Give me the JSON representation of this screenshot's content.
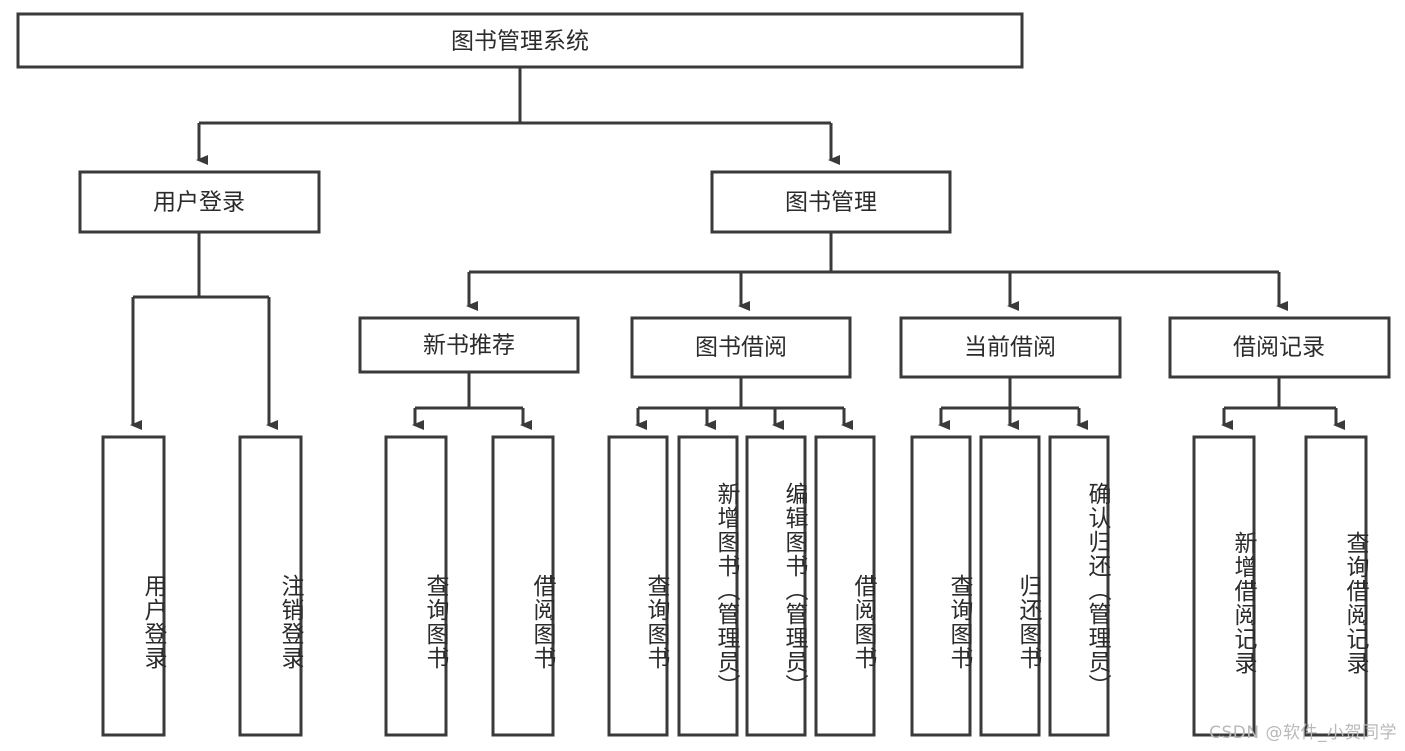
{
  "diagram": {
    "type": "tree-hierarchy",
    "title": "图书管理系统",
    "watermark": "CSDN @软件_小贺同学",
    "colors": {
      "stroke": "#3a3a3a",
      "fill": "#ffffff",
      "text": "#2b2b2b",
      "watermark": "#b9b9b9",
      "background": "#ffffff"
    },
    "root": {
      "label": "图书管理系统",
      "orientation": "horizontal"
    },
    "level2": [
      {
        "id": "user-login",
        "label": "用户登录",
        "orientation": "horizontal"
      },
      {
        "id": "book-manage",
        "label": "图书管理",
        "orientation": "horizontal"
      }
    ],
    "level3": [
      {
        "id": "new-book-recommend",
        "label": "新书推荐",
        "parent": "book-manage",
        "orientation": "horizontal"
      },
      {
        "id": "book-borrow",
        "label": "图书借阅",
        "parent": "book-manage",
        "orientation": "horizontal"
      },
      {
        "id": "current-borrow",
        "label": "当前借阅",
        "parent": "book-manage",
        "orientation": "horizontal"
      },
      {
        "id": "borrow-record",
        "label": "借阅记录",
        "parent": "book-manage",
        "orientation": "horizontal"
      }
    ],
    "leaves": [
      {
        "id": "leaf-user-login",
        "label": "用户登录",
        "parent": "user-login",
        "orientation": "vertical"
      },
      {
        "id": "leaf-user-logout",
        "label": "注销登录",
        "parent": "user-login",
        "orientation": "vertical"
      },
      {
        "id": "leaf-query-book-1",
        "label": "查询图书",
        "parent": "new-book-recommend",
        "orientation": "vertical"
      },
      {
        "id": "leaf-borrow-book-1",
        "label": "借阅图书",
        "parent": "new-book-recommend",
        "orientation": "vertical"
      },
      {
        "id": "leaf-query-book-2",
        "label": "查询图书",
        "parent": "book-borrow",
        "orientation": "vertical"
      },
      {
        "id": "leaf-add-book",
        "label": "新增图书（管理员）",
        "parent": "book-borrow",
        "orientation": "vertical"
      },
      {
        "id": "leaf-edit-book",
        "label": "编辑图书（管理员）",
        "parent": "book-borrow",
        "orientation": "vertical"
      },
      {
        "id": "leaf-borrow-book-2",
        "label": "借阅图书",
        "parent": "book-borrow",
        "orientation": "vertical"
      },
      {
        "id": "leaf-query-book-3",
        "label": "查询图书",
        "parent": "current-borrow",
        "orientation": "vertical"
      },
      {
        "id": "leaf-return-book",
        "label": "归还图书",
        "parent": "current-borrow",
        "orientation": "vertical"
      },
      {
        "id": "leaf-confirm-return",
        "label": "确认归还（管理员）",
        "parent": "current-borrow",
        "orientation": "vertical"
      },
      {
        "id": "leaf-add-borrow-record",
        "label": "新增借阅记录",
        "parent": "borrow-record",
        "orientation": "vertical"
      },
      {
        "id": "leaf-query-borrow-record",
        "label": "查询借阅记录",
        "parent": "borrow-record",
        "orientation": "vertical"
      }
    ]
  }
}
